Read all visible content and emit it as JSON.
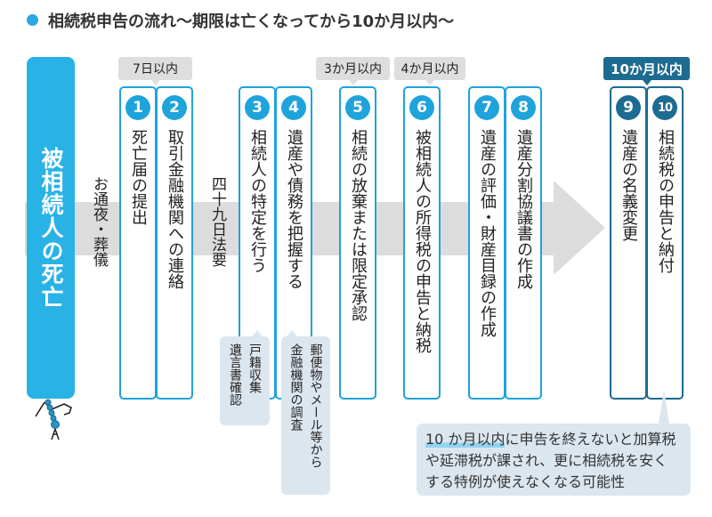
{
  "title": "相続税申告の流れ〜期限は亡くなってから10か月以内〜",
  "start": "被相続人の死亡",
  "events": {
    "funeral": "お通夜・葬儀",
    "memorial": "四十九日法要"
  },
  "deadlines": {
    "d7": "7日以内",
    "d3m": "3か月以内",
    "d4m": "4か月以内",
    "d10m": "10か月以内"
  },
  "steps": [
    {
      "num": "1",
      "label": "死亡届の提出"
    },
    {
      "num": "2",
      "label": "取引金融機関への連絡"
    },
    {
      "num": "3",
      "label": "相続人の特定を行う"
    },
    {
      "num": "4",
      "label": "遺産や債務を把握する"
    },
    {
      "num": "5",
      "label": "相続の放棄または限定承認"
    },
    {
      "num": "6",
      "label": "被相続人の所得税の申告と納税"
    },
    {
      "num": "7",
      "label": "遺産の評価・財産目録の作成"
    },
    {
      "num": "8",
      "label": "遺産分割協議書の作成"
    },
    {
      "num": "9",
      "label": "遺産の名義変更"
    },
    {
      "num": "10",
      "label": "相続税の申告と納付"
    }
  ],
  "subnotes": {
    "s3": [
      "戸籍収集",
      "遺言書確認"
    ],
    "s4": [
      "郵便物やメール等から",
      "金融機関の調査"
    ]
  },
  "note": {
    "highlight": "10 か月以内",
    "rest": "に申告を終えないと加算税や延滞税が課され、更に相続税を安くする特例が使えなくなる可能性"
  },
  "colors": {
    "accent": "#1fa3db",
    "dark": "#1d6b90",
    "gray": "#dcdcdc",
    "note_bg": "#dce6ee"
  }
}
